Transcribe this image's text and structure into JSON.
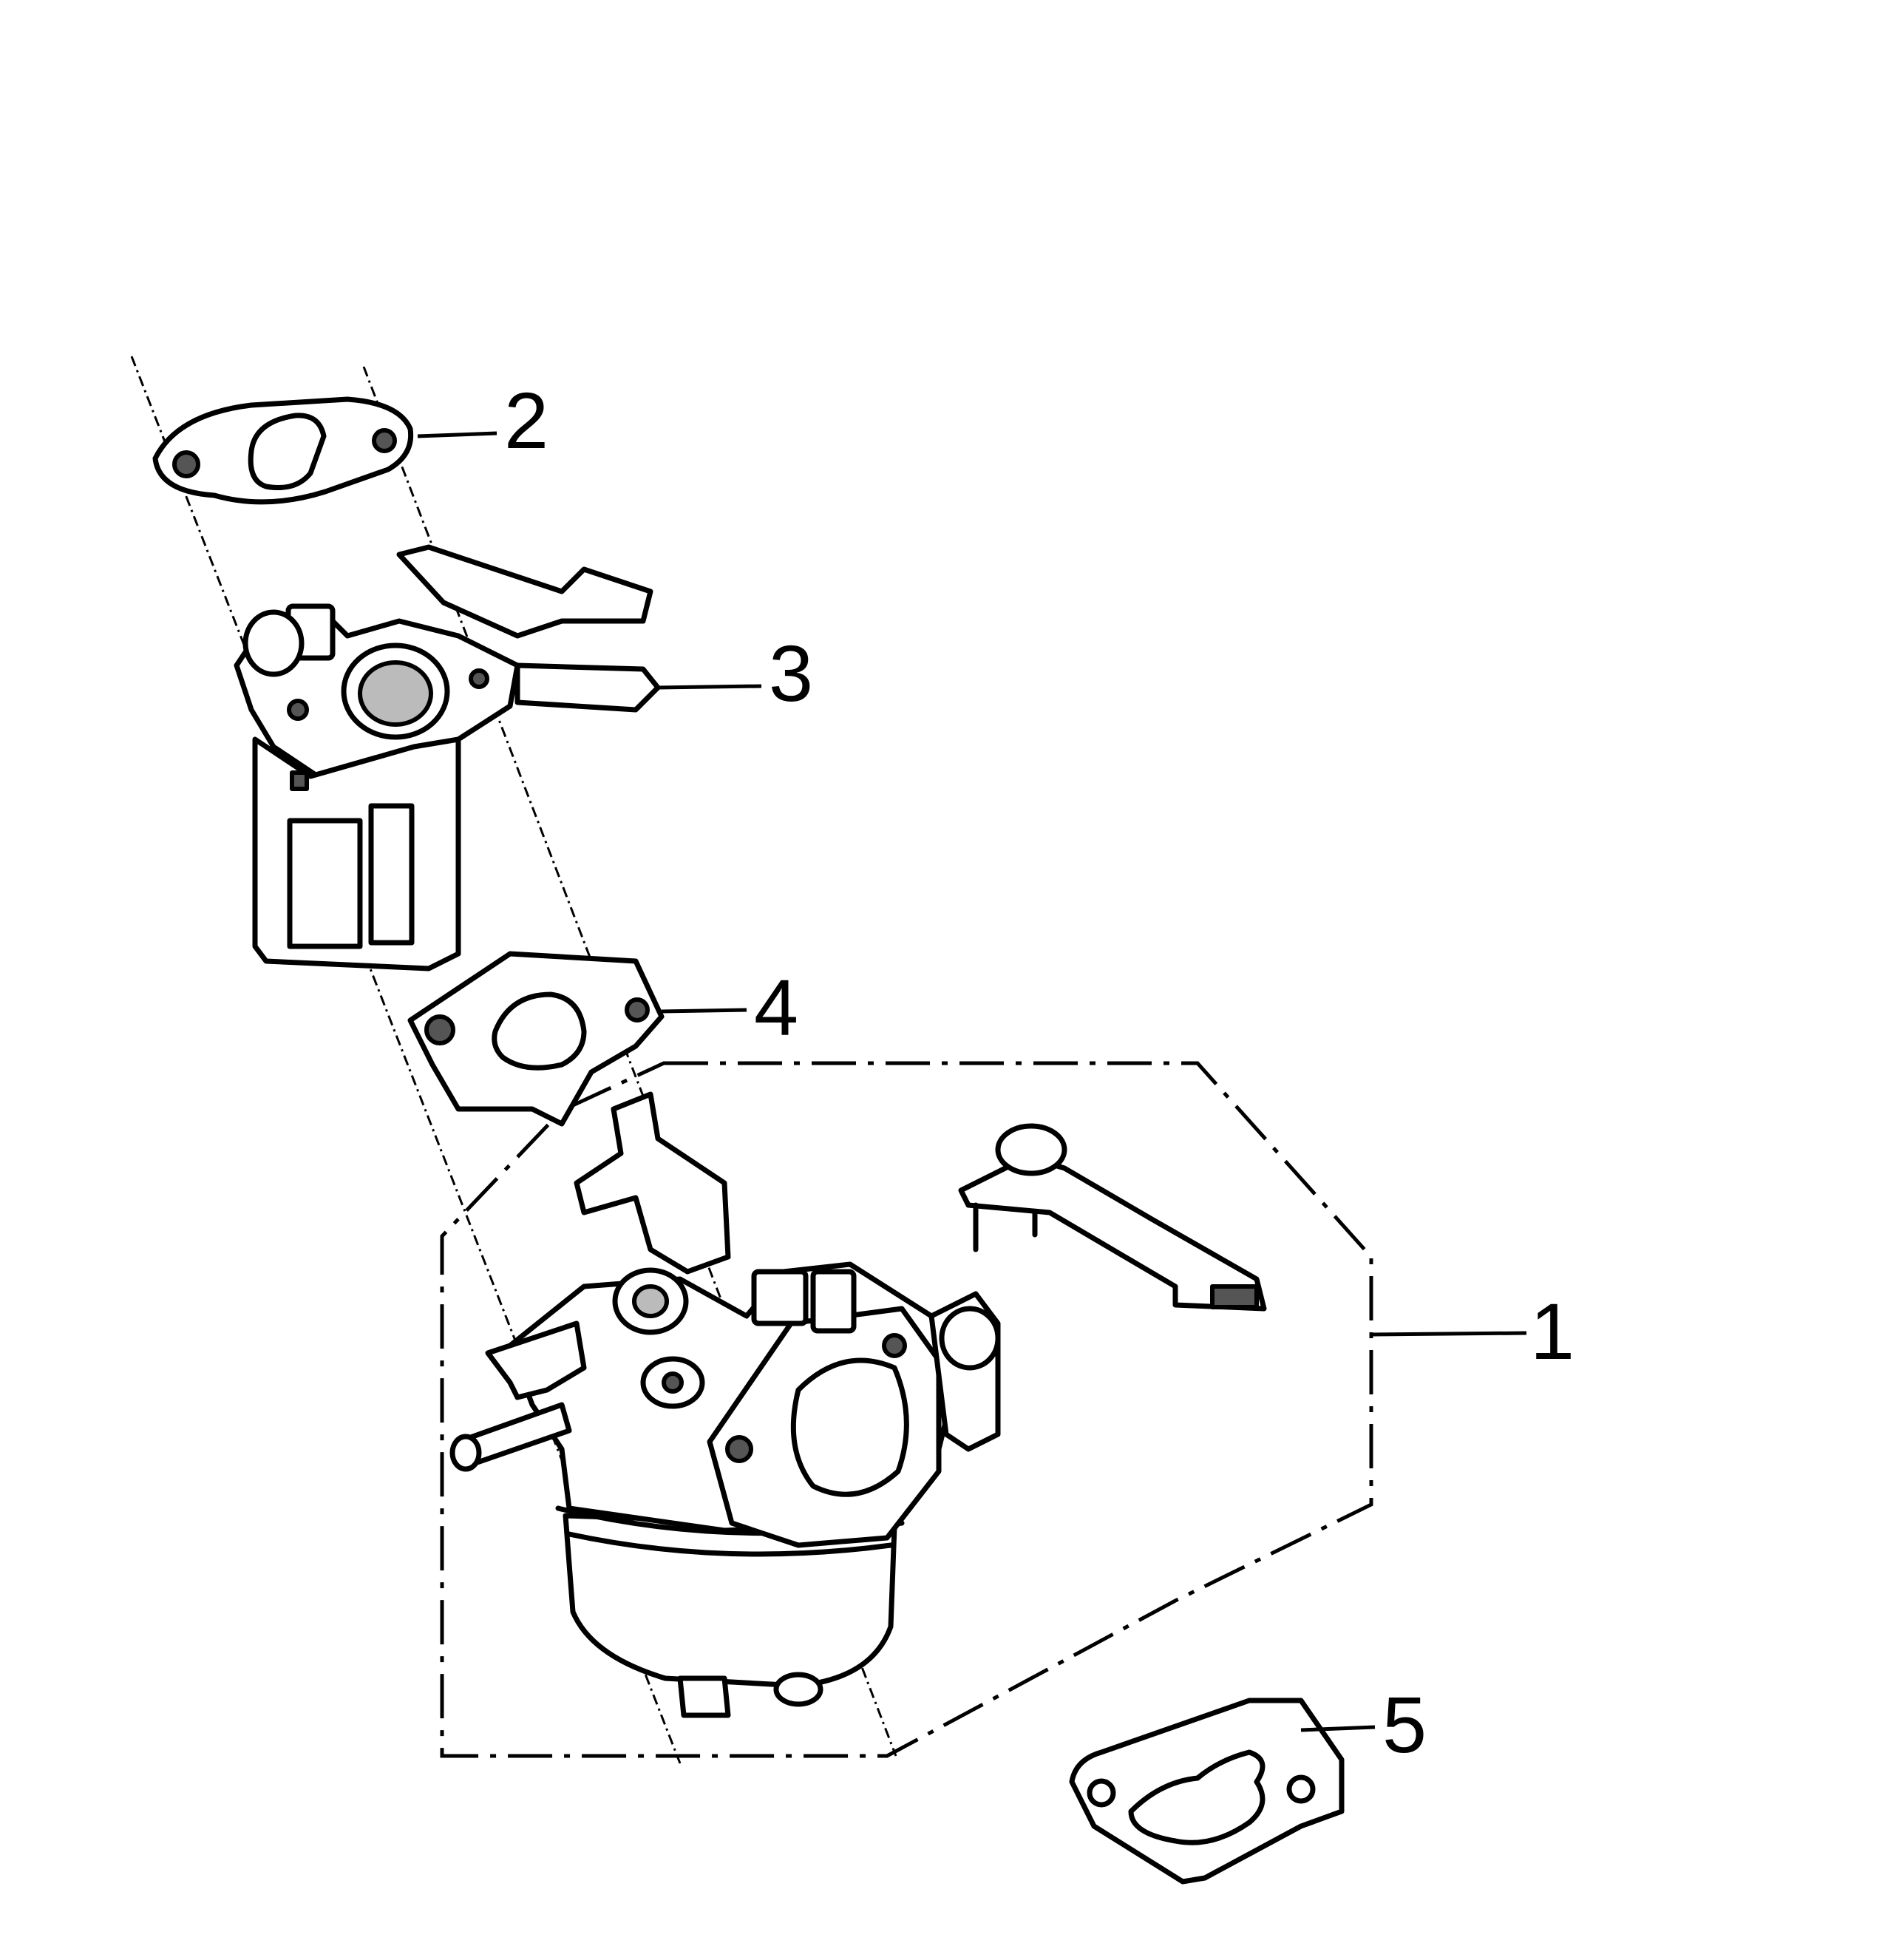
{
  "diagram": {
    "callouts": [
      {
        "id": "1",
        "label": "1",
        "part": "carburetor-assembly"
      },
      {
        "id": "2",
        "label": "2",
        "part": "gasket-top"
      },
      {
        "id": "3",
        "label": "3",
        "part": "insulator-bracket"
      },
      {
        "id": "4",
        "label": "4",
        "part": "gasket-middle"
      },
      {
        "id": "5",
        "label": "5",
        "part": "gasket-bottom"
      }
    ]
  }
}
